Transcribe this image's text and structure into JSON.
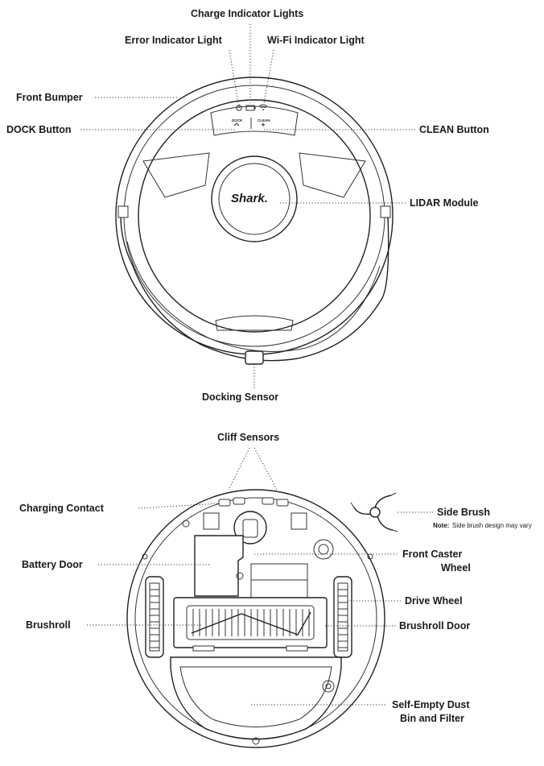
{
  "top_view": {
    "labels": {
      "charge_indicator": "Charge Indicator Lights",
      "error_indicator": "Error Indicator Light",
      "wifi_indicator": "Wi-Fi Indicator Light",
      "front_bumper": "Front Bumper",
      "dock_button": "DOCK Button",
      "clean_button": "CLEAN Button",
      "lidar_module": "LIDAR Module",
      "docking_sensor": "Docking Sensor"
    },
    "panel": {
      "dock_text": "DOCK",
      "clean_text": "CLEAN"
    },
    "logo": "Shark."
  },
  "bottom_view": {
    "labels": {
      "cliff_sensors": "Cliff Sensors",
      "charging_contact": "Charging Contact",
      "side_brush": "Side Brush",
      "battery_door": "Battery Door",
      "front_caster_line1": "Front Caster",
      "front_caster_line2": "Wheel",
      "drive_wheel": "Drive Wheel",
      "brushroll_door": "Brushroll Door",
      "brushroll": "Brushroll",
      "dust_bin_line1": "Self-Empty Dust",
      "dust_bin_line2": "Bin and Filter"
    },
    "note_label": "Note:",
    "note_text": "Side brush design may vary"
  },
  "icons": [
    "power-icon",
    "battery-icon",
    "wifi-icon",
    "house-icon",
    "sparkle-icon"
  ]
}
